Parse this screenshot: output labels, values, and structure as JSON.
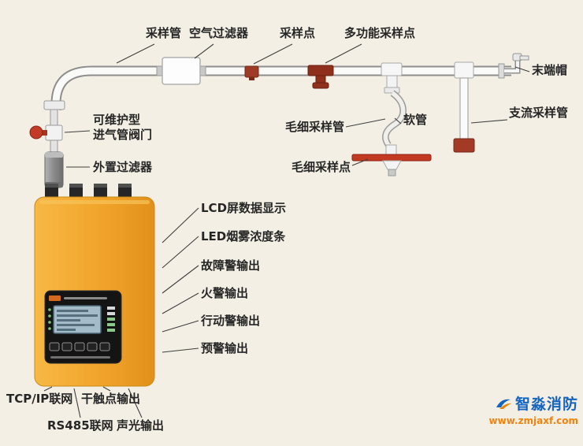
{
  "background": "#f3efe4",
  "colors": {
    "device_orange": "#f1a42a",
    "brick_red": "#9e3a26",
    "bright_red": "#c13a21",
    "pipe_fill": "#fafaf8",
    "pipe_outline": "#8e8e8e",
    "leader_line": "#3f3f3f",
    "logo_blue": "#1565bf",
    "logo_orange": "#ee8410"
  },
  "labels": {
    "sampling_pipe": "采样管",
    "air_filter": "空气过滤器",
    "sampling_point": "采样点",
    "multi_sampling_point": "多功能采样点",
    "end_cap": "末端帽",
    "branch_sampling_pipe": "支流采样管",
    "hose": "软管",
    "capillary_sampling_pipe": "毛细采样管",
    "capillary_sampling_point": "毛细采样点",
    "valve_line1": "可维护型",
    "valve_line2": "进气管阀门",
    "external_filter": "外置过滤器",
    "lcd_display": "LCD屏数据显示",
    "led_bar": "LED烟雾浓度条",
    "fault_output": "故障警输出",
    "fire_output": "火警输出",
    "action_output": "行动警输出",
    "prewarn_output": "预警输出",
    "tcpip": "TCP/IP联网",
    "dry_contact": "干触点输出",
    "rs485": "RS485联网",
    "sound_light": "声光输出"
  },
  "logo": {
    "name": "智淼消防",
    "site": "www.zmjaxf.com"
  }
}
